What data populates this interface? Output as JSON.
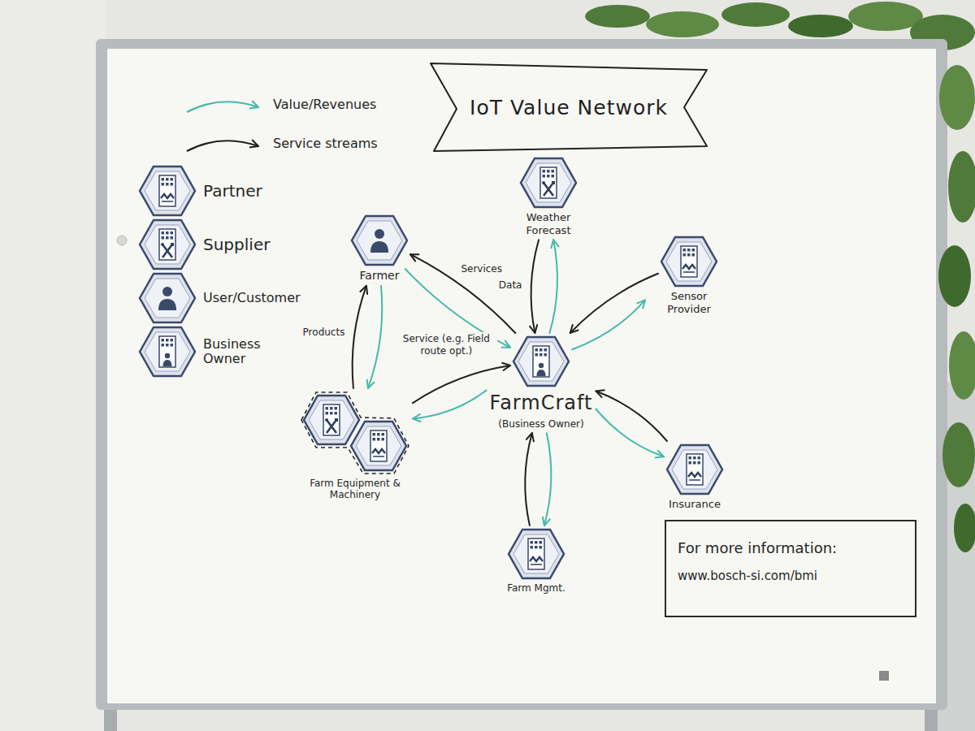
{
  "diagram": {
    "title": "IoT Value Network",
    "nodes": [
      {
        "text": [
          "Farmer"
        ]
      },
      {
        "text": [
          "Weather Forecast"
        ]
      },
      {
        "text": [
          "Sensor Provider"
        ]
      },
      {
        "text": [
          "FarmCraft",
          "(Business Owner)"
        ]
      },
      {
        "text": [
          "Farm Equipment & Machinery"
        ]
      },
      {
        "text": [
          "Insurance"
        ]
      },
      {
        "text": [
          "Farm Mgmt."
        ]
      },
      {
        "text": [
          "For more information:",
          "www.bosch-si.com/bmi"
        ]
      }
    ],
    "edges": [
      {
        "from": 3,
        "to": 0,
        "label": "Services",
        "arrow": "to"
      },
      {
        "from": 0,
        "to": 3,
        "arrow": "to"
      },
      {
        "from": 4,
        "to": 0,
        "label": "Products",
        "arrow": "to"
      },
      {
        "from": 0,
        "to": 4,
        "arrow": "to"
      },
      {
        "from": 4,
        "to": 3,
        "label": "Service (e.g. Field route opt.)",
        "arrow": "to"
      },
      {
        "from": 3,
        "to": 4,
        "arrow": "to"
      },
      {
        "from": 1,
        "to": 3,
        "label": "Data",
        "arrow": "to"
      },
      {
        "from": 3,
        "to": 1,
        "arrow": "to"
      },
      {
        "from": 2,
        "to": 3,
        "arrow": "to"
      },
      {
        "from": 3,
        "to": 2,
        "arrow": "to"
      },
      {
        "from": 5,
        "to": 3,
        "arrow": "to"
      },
      {
        "from": 3,
        "to": 5,
        "arrow": "to"
      },
      {
        "from": 6,
        "to": 3,
        "arrow": "to"
      },
      {
        "from": 3,
        "to": 6,
        "arrow": "to"
      }
    ],
    "legend": [
      {
        "text": "Value/Revenues"
      },
      {
        "text": "Service streams"
      },
      {
        "text": "Partner"
      },
      {
        "text": "Supplier"
      },
      {
        "text": "User/Customer"
      },
      {
        "text": "Business Owner"
      }
    ]
  }
}
